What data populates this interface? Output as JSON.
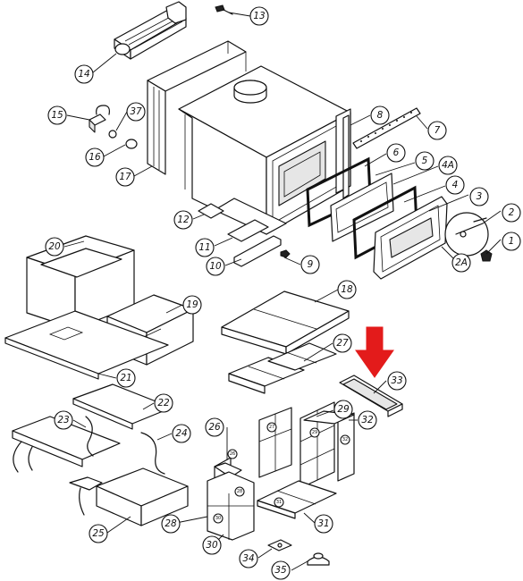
{
  "callouts": [
    {
      "id": "c1",
      "label": "1"
    },
    {
      "id": "c2",
      "label": "2"
    },
    {
      "id": "c2a",
      "label": "2A"
    },
    {
      "id": "c3",
      "label": "3"
    },
    {
      "id": "c4",
      "label": "4"
    },
    {
      "id": "c4a",
      "label": "4A"
    },
    {
      "id": "c5",
      "label": "5"
    },
    {
      "id": "c6",
      "label": "6"
    },
    {
      "id": "c7",
      "label": "7"
    },
    {
      "id": "c8",
      "label": "8"
    },
    {
      "id": "c9",
      "label": "9"
    },
    {
      "id": "c10",
      "label": "10"
    },
    {
      "id": "c11",
      "label": "11"
    },
    {
      "id": "c12",
      "label": "12"
    },
    {
      "id": "c13",
      "label": "13"
    },
    {
      "id": "c14",
      "label": "14"
    },
    {
      "id": "c15",
      "label": "15"
    },
    {
      "id": "c16",
      "label": "16"
    },
    {
      "id": "c17",
      "label": "17"
    },
    {
      "id": "c18",
      "label": "18"
    },
    {
      "id": "c19",
      "label": "19"
    },
    {
      "id": "c20",
      "label": "20"
    },
    {
      "id": "c21",
      "label": "21"
    },
    {
      "id": "c22",
      "label": "22"
    },
    {
      "id": "c23",
      "label": "23"
    },
    {
      "id": "c24",
      "label": "24"
    },
    {
      "id": "c25",
      "label": "25"
    },
    {
      "id": "c26",
      "label": "26"
    },
    {
      "id": "c27",
      "label": "27"
    },
    {
      "id": "c28",
      "label": "28"
    },
    {
      "id": "c29",
      "label": "29"
    },
    {
      "id": "c30",
      "label": "30"
    },
    {
      "id": "c31",
      "label": "31"
    },
    {
      "id": "c32",
      "label": "32"
    },
    {
      "id": "c33",
      "label": "33"
    },
    {
      "id": "c34",
      "label": "34"
    },
    {
      "id": "c35",
      "label": "35"
    },
    {
      "id": "c37",
      "label": "37"
    }
  ],
  "brick_marks": {
    "b26": "26",
    "b27": "27",
    "b28": "28",
    "b29": "29",
    "b30": "30",
    "b31": "31",
    "b32": "32"
  },
  "highlight": {
    "target_part": "33",
    "arrow_color": "#e31b1b"
  }
}
